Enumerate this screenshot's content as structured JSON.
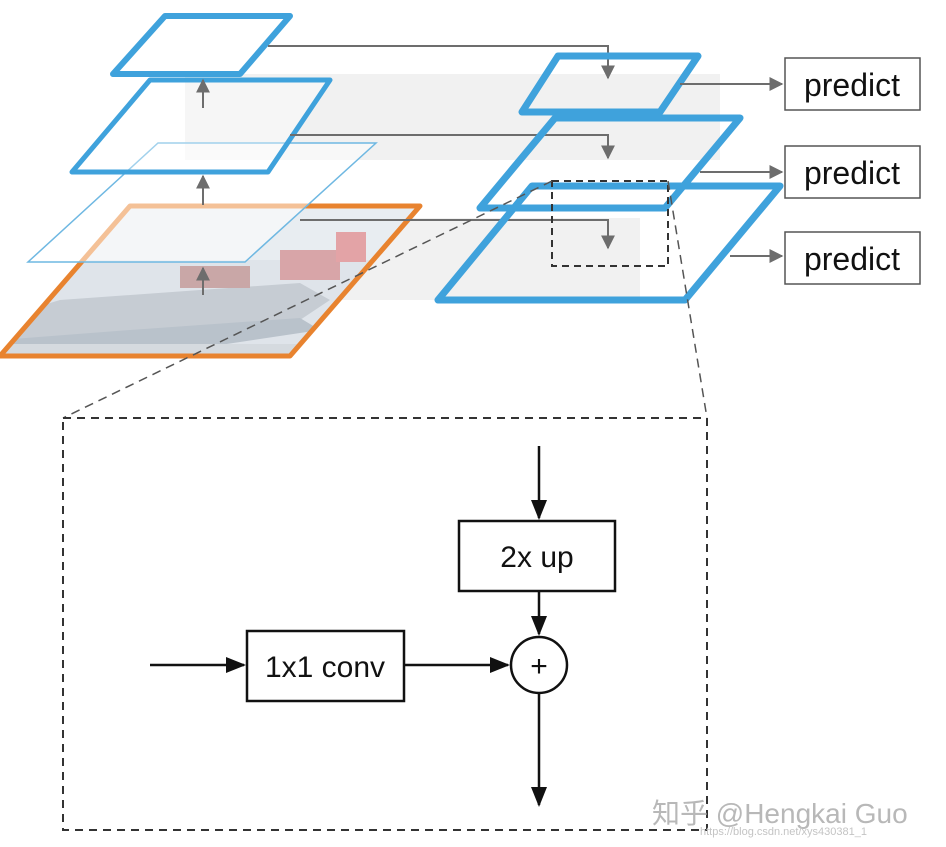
{
  "diagram": {
    "predict_labels": [
      "predict",
      "predict",
      "predict"
    ],
    "blocks": {
      "upsample": "2x up",
      "lateral_conv": "1x1 conv",
      "merge_op": "+"
    },
    "watermark": {
      "author": "知乎 @Hengkai Guo",
      "url": "https://blog.csdn.net/xys430381_1"
    },
    "colors": {
      "pyramid_blue": "#3fa2dc",
      "image_border": "#e8832f",
      "arrow": "#707070",
      "box_stroke": "#1a1a1a"
    }
  }
}
